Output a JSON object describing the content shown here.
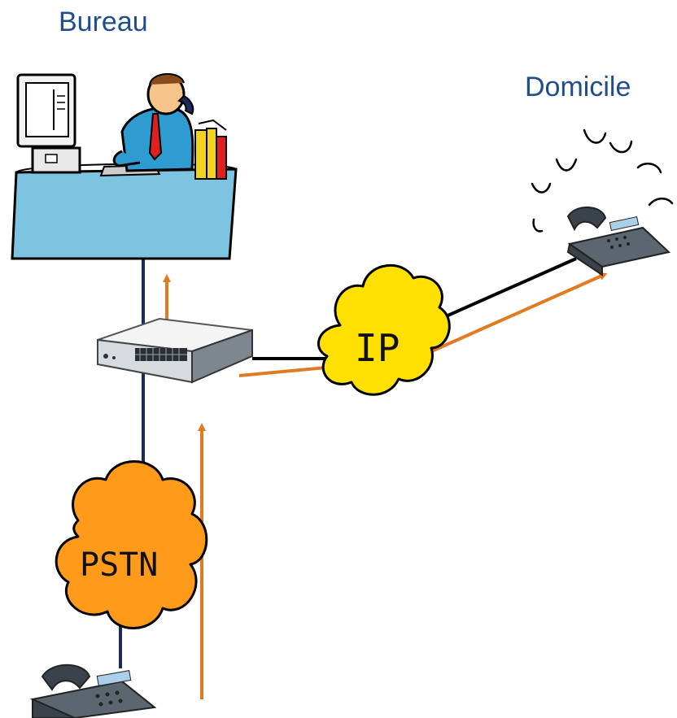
{
  "labels": {
    "office": "Bureau",
    "home": "Domicile",
    "ip_cloud": "IP",
    "pstn_cloud": "PSTN"
  },
  "colors": {
    "label_text": "#1f4e8c",
    "link_line": "#1a2a5a",
    "call_path": "#e07b22",
    "ip_cloud": "#ffe000",
    "pstn_cloud": "#ff9a1a",
    "desk": "#7cc4e0"
  },
  "icons": {
    "office_scene": "office-worker-at-desk",
    "pbx": "network-switch",
    "home_phone": "desk-phone-ringing",
    "external_phone": "desk-phone"
  }
}
